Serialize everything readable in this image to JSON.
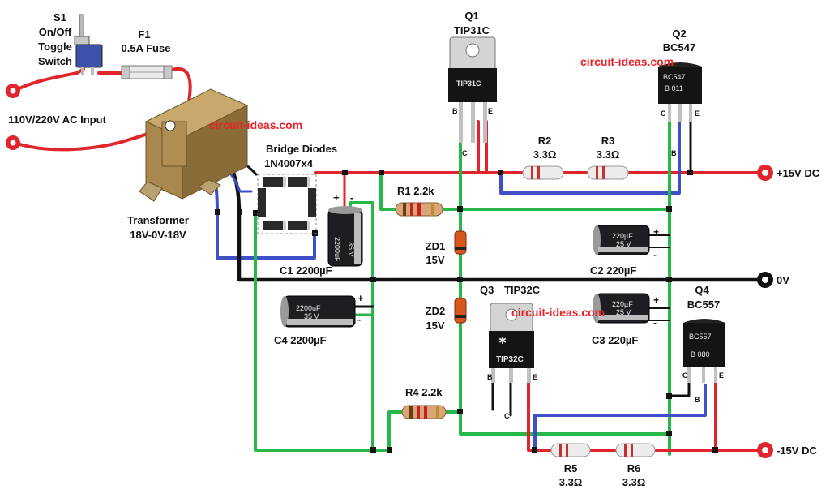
{
  "colors": {
    "wire_red": "#e0262c",
    "wire_green": "#28b84a",
    "wire_blue": "#3f4fc8",
    "wire_black": "#111111",
    "watermark": "#e8232a",
    "terminal": "#e0262c"
  },
  "watermark": "circuit-ideas.com",
  "labels": {
    "s1": {
      "ref": "S1",
      "line2": "On/Off",
      "line3": "Toggle",
      "line4": "Switch"
    },
    "f1": {
      "ref": "F1",
      "value": "0.5A Fuse"
    },
    "ac_input": "110V/220V AC Input",
    "transformer": {
      "name": "Transformer",
      "value": "18V-0V-18V"
    },
    "bridge": {
      "name": "Bridge Diodes",
      "value": "1N4007x4"
    },
    "c1": "C1 2200µF",
    "c4": "C4 2200µF",
    "q1": {
      "ref": "Q1",
      "part": "TIP31C",
      "body": "TIP31C",
      "pin_b": "B",
      "pin_c": "C",
      "pin_e": "E",
      "pin_c2": "C"
    },
    "q2": {
      "ref": "Q2",
      "part": "BC547",
      "body1": "BC547",
      "body2": "B 011",
      "pin_c": "C",
      "pin_b": "B",
      "pin_e": "E",
      "pin_b2": "B"
    },
    "q3": {
      "ref": "Q3",
      "part": "TIP32C",
      "body": "TIP32C",
      "pin_b": "B",
      "pin_c": "C",
      "pin_e": "E",
      "pin_c2": "C"
    },
    "q4": {
      "ref": "Q4",
      "part": "BC557",
      "body1": "BC557",
      "body2": "B 080",
      "pin_c": "C",
      "pin_b": "B",
      "pin_e": "E",
      "pin_b2": "B"
    },
    "r1": "R1 2.2k",
    "r2": {
      "ref": "R2",
      "value": "3.3Ω"
    },
    "r3": {
      "ref": "R3",
      "value": "3.3Ω"
    },
    "r4": "R4 2.2k",
    "r5": {
      "ref": "R5",
      "value": "3.3Ω"
    },
    "r6": {
      "ref": "R6",
      "value": "3.3Ω"
    },
    "zd1": {
      "ref": "ZD1",
      "value": "15V"
    },
    "zd2": {
      "ref": "ZD2",
      "value": "15V"
    },
    "c2": "C2 220µF",
    "c3": "C3 220µF",
    "out_pos": "+15V DC",
    "out_zero": "0V",
    "out_neg": "-15V DC",
    "cap_marks": {
      "big": "2200uF",
      "big_v": "35 V",
      "small": "220µF",
      "small_v": "25 V",
      "plus": "+",
      "minus": "-"
    }
  }
}
